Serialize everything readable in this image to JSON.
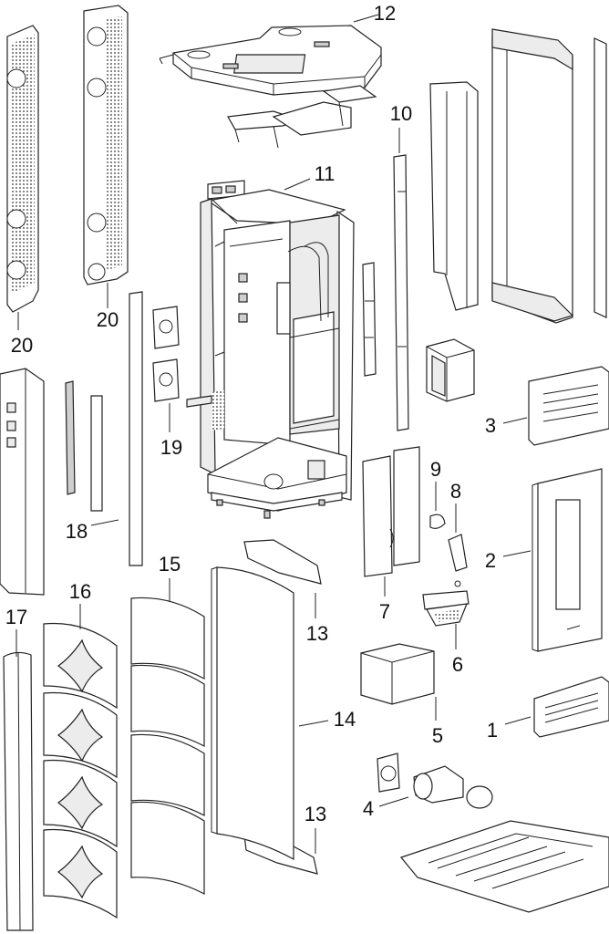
{
  "callouts": [
    {
      "id": "c12",
      "text": "12"
    },
    {
      "id": "c10",
      "text": "10"
    },
    {
      "id": "c11",
      "text": "11"
    },
    {
      "id": "c20a",
      "text": "20"
    },
    {
      "id": "c20b",
      "text": "20"
    },
    {
      "id": "c19",
      "text": "19"
    },
    {
      "id": "c3",
      "text": "3"
    },
    {
      "id": "c9",
      "text": "9"
    },
    {
      "id": "c8",
      "text": "8"
    },
    {
      "id": "c2",
      "text": "2"
    },
    {
      "id": "c18",
      "text": "18"
    },
    {
      "id": "c15",
      "text": "15"
    },
    {
      "id": "c7",
      "text": "7"
    },
    {
      "id": "c17",
      "text": "17"
    },
    {
      "id": "c16",
      "text": "16"
    },
    {
      "id": "c13a",
      "text": "13"
    },
    {
      "id": "c6",
      "text": "6"
    },
    {
      "id": "c14",
      "text": "14"
    },
    {
      "id": "c5",
      "text": "5"
    },
    {
      "id": "c1",
      "text": "1"
    },
    {
      "id": "c4",
      "text": "4"
    },
    {
      "id": "c13b",
      "text": "13"
    }
  ]
}
